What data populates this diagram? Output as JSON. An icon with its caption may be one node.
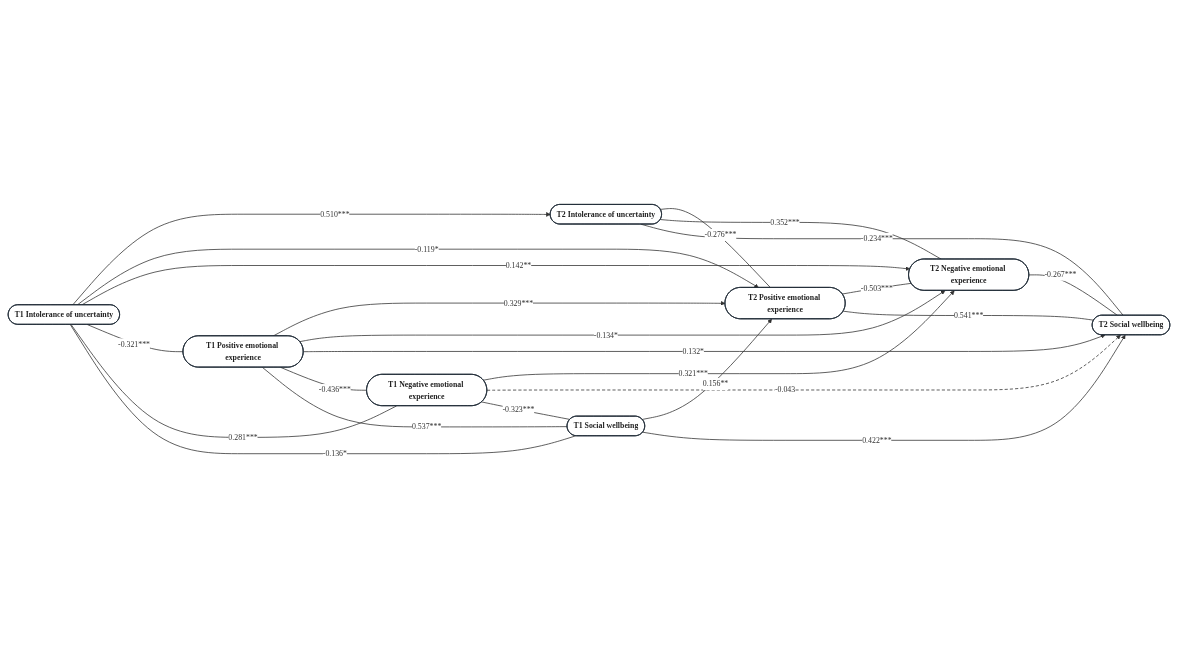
{
  "diagram": {
    "nodes": [
      {
        "text": [
          "T1 Intolerance of uncertainty"
        ]
      },
      {
        "text": [
          "T1 Positive emotional experience"
        ]
      },
      {
        "text": [
          "T1 Negative emotional experience"
        ]
      },
      {
        "text": [
          "T1 Social wellbeing"
        ]
      },
      {
        "text": [
          "T2 Intolerance of uncertainty"
        ]
      },
      {
        "text": [
          "T2 Positive emotional experience"
        ]
      },
      {
        "text": [
          "T2 Negative emotional experience"
        ]
      },
      {
        "text": [
          "T2 Social wellbeing"
        ]
      }
    ],
    "edges": [
      {
        "from": 0,
        "to": 4,
        "arrow": "to",
        "label": "0.510***"
      },
      {
        "from": 0,
        "to": 5,
        "arrow": "to",
        "label": "-0.119*"
      },
      {
        "from": 0,
        "to": 6,
        "arrow": "to",
        "label": "0.142**"
      },
      {
        "from": 1,
        "to": 5,
        "arrow": "to",
        "label": "0.329***"
      },
      {
        "from": 1,
        "to": 6,
        "arrow": "to",
        "label": "-0.134*"
      },
      {
        "from": 1,
        "to": 7,
        "arrow": "to",
        "label": "0.132*"
      },
      {
        "from": 2,
        "to": 6,
        "arrow": "to",
        "label": "0.321***"
      },
      {
        "from": 2,
        "to": 7,
        "arrow": "to",
        "label": "-0.043",
        "style": "dashed"
      },
      {
        "from": 3,
        "to": 5,
        "arrow": "to",
        "label": "0.156**"
      },
      {
        "from": 3,
        "to": 7,
        "arrow": "to",
        "label": "0.422***"
      },
      {
        "from": 0,
        "to": 1,
        "arrow": "none",
        "label": "-0.321***"
      },
      {
        "from": 0,
        "to": 2,
        "arrow": "none",
        "label": "0.281***"
      },
      {
        "from": 0,
        "to": 3,
        "arrow": "none",
        "label": "-0.136*"
      },
      {
        "from": 1,
        "to": 2,
        "arrow": "none",
        "label": "-0.436***"
      },
      {
        "from": 1,
        "to": 3,
        "arrow": "none",
        "label": "0.537***"
      },
      {
        "from": 2,
        "to": 3,
        "arrow": "none",
        "label": "-0.323***"
      },
      {
        "from": 4,
        "to": 5,
        "arrow": "none",
        "label": "-0.276***"
      },
      {
        "from": 4,
        "to": 6,
        "arrow": "none",
        "label": "0.352***"
      },
      {
        "from": 4,
        "to": 7,
        "arrow": "none",
        "label": "-0.234***"
      },
      {
        "from": 5,
        "to": 6,
        "arrow": "none",
        "label": "-0.503***"
      },
      {
        "from": 5,
        "to": 7,
        "arrow": "none",
        "label": "0.541***"
      },
      {
        "from": 6,
        "to": 7,
        "arrow": "none",
        "label": "-0.267***"
      }
    ]
  }
}
